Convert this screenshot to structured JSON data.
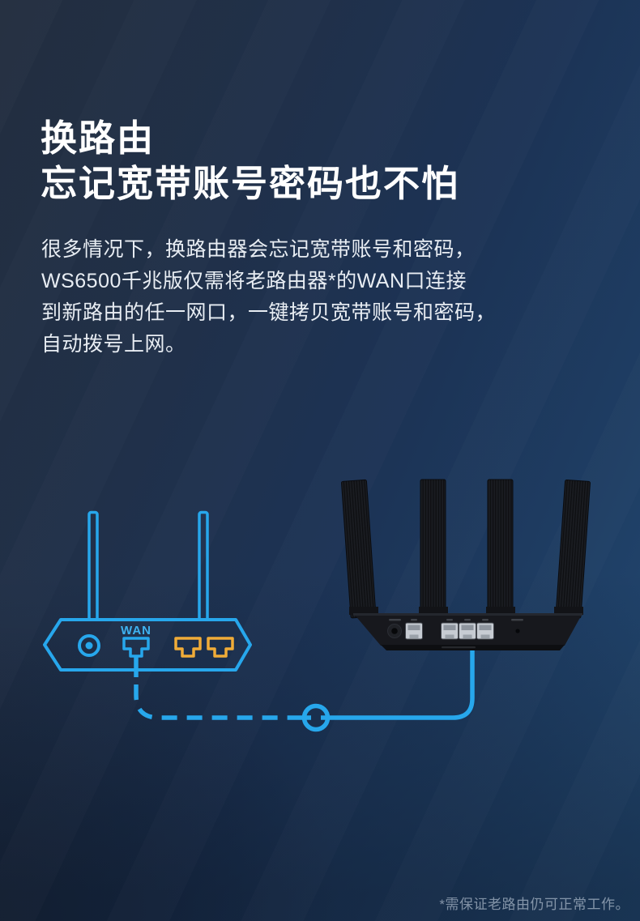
{
  "page": {
    "heading": {
      "line1": "换路由",
      "line2": "忘记宽带账号密码也不怕"
    },
    "intro": {
      "lines": [
        "很多情况下，换路由器会忘记宽带账号和密码，",
        "WS6500千兆版仅需将老路由器*的WAN口连接",
        "到新路由的任一网口，一键拷贝宽带账号和密码，",
        "自动拨号上网。"
      ]
    },
    "footnote": "*需保证老路由仍可正常工作。"
  },
  "diagram": {
    "old_router": {
      "wan_port_label": "WAN",
      "antenna_count": 2,
      "lan_port_count": 2
    },
    "new_router": {
      "antenna_count": 4,
      "ethernet_port_count": 4
    },
    "colors": {
      "cable_cyan": "#27A7EC",
      "lan_port_yellow": "#F0AC38",
      "heading_white": "#FFFFFF",
      "background_top_left": "#232E3F",
      "background_blue": "#1E3D63",
      "router_black": "#17181D"
    }
  }
}
